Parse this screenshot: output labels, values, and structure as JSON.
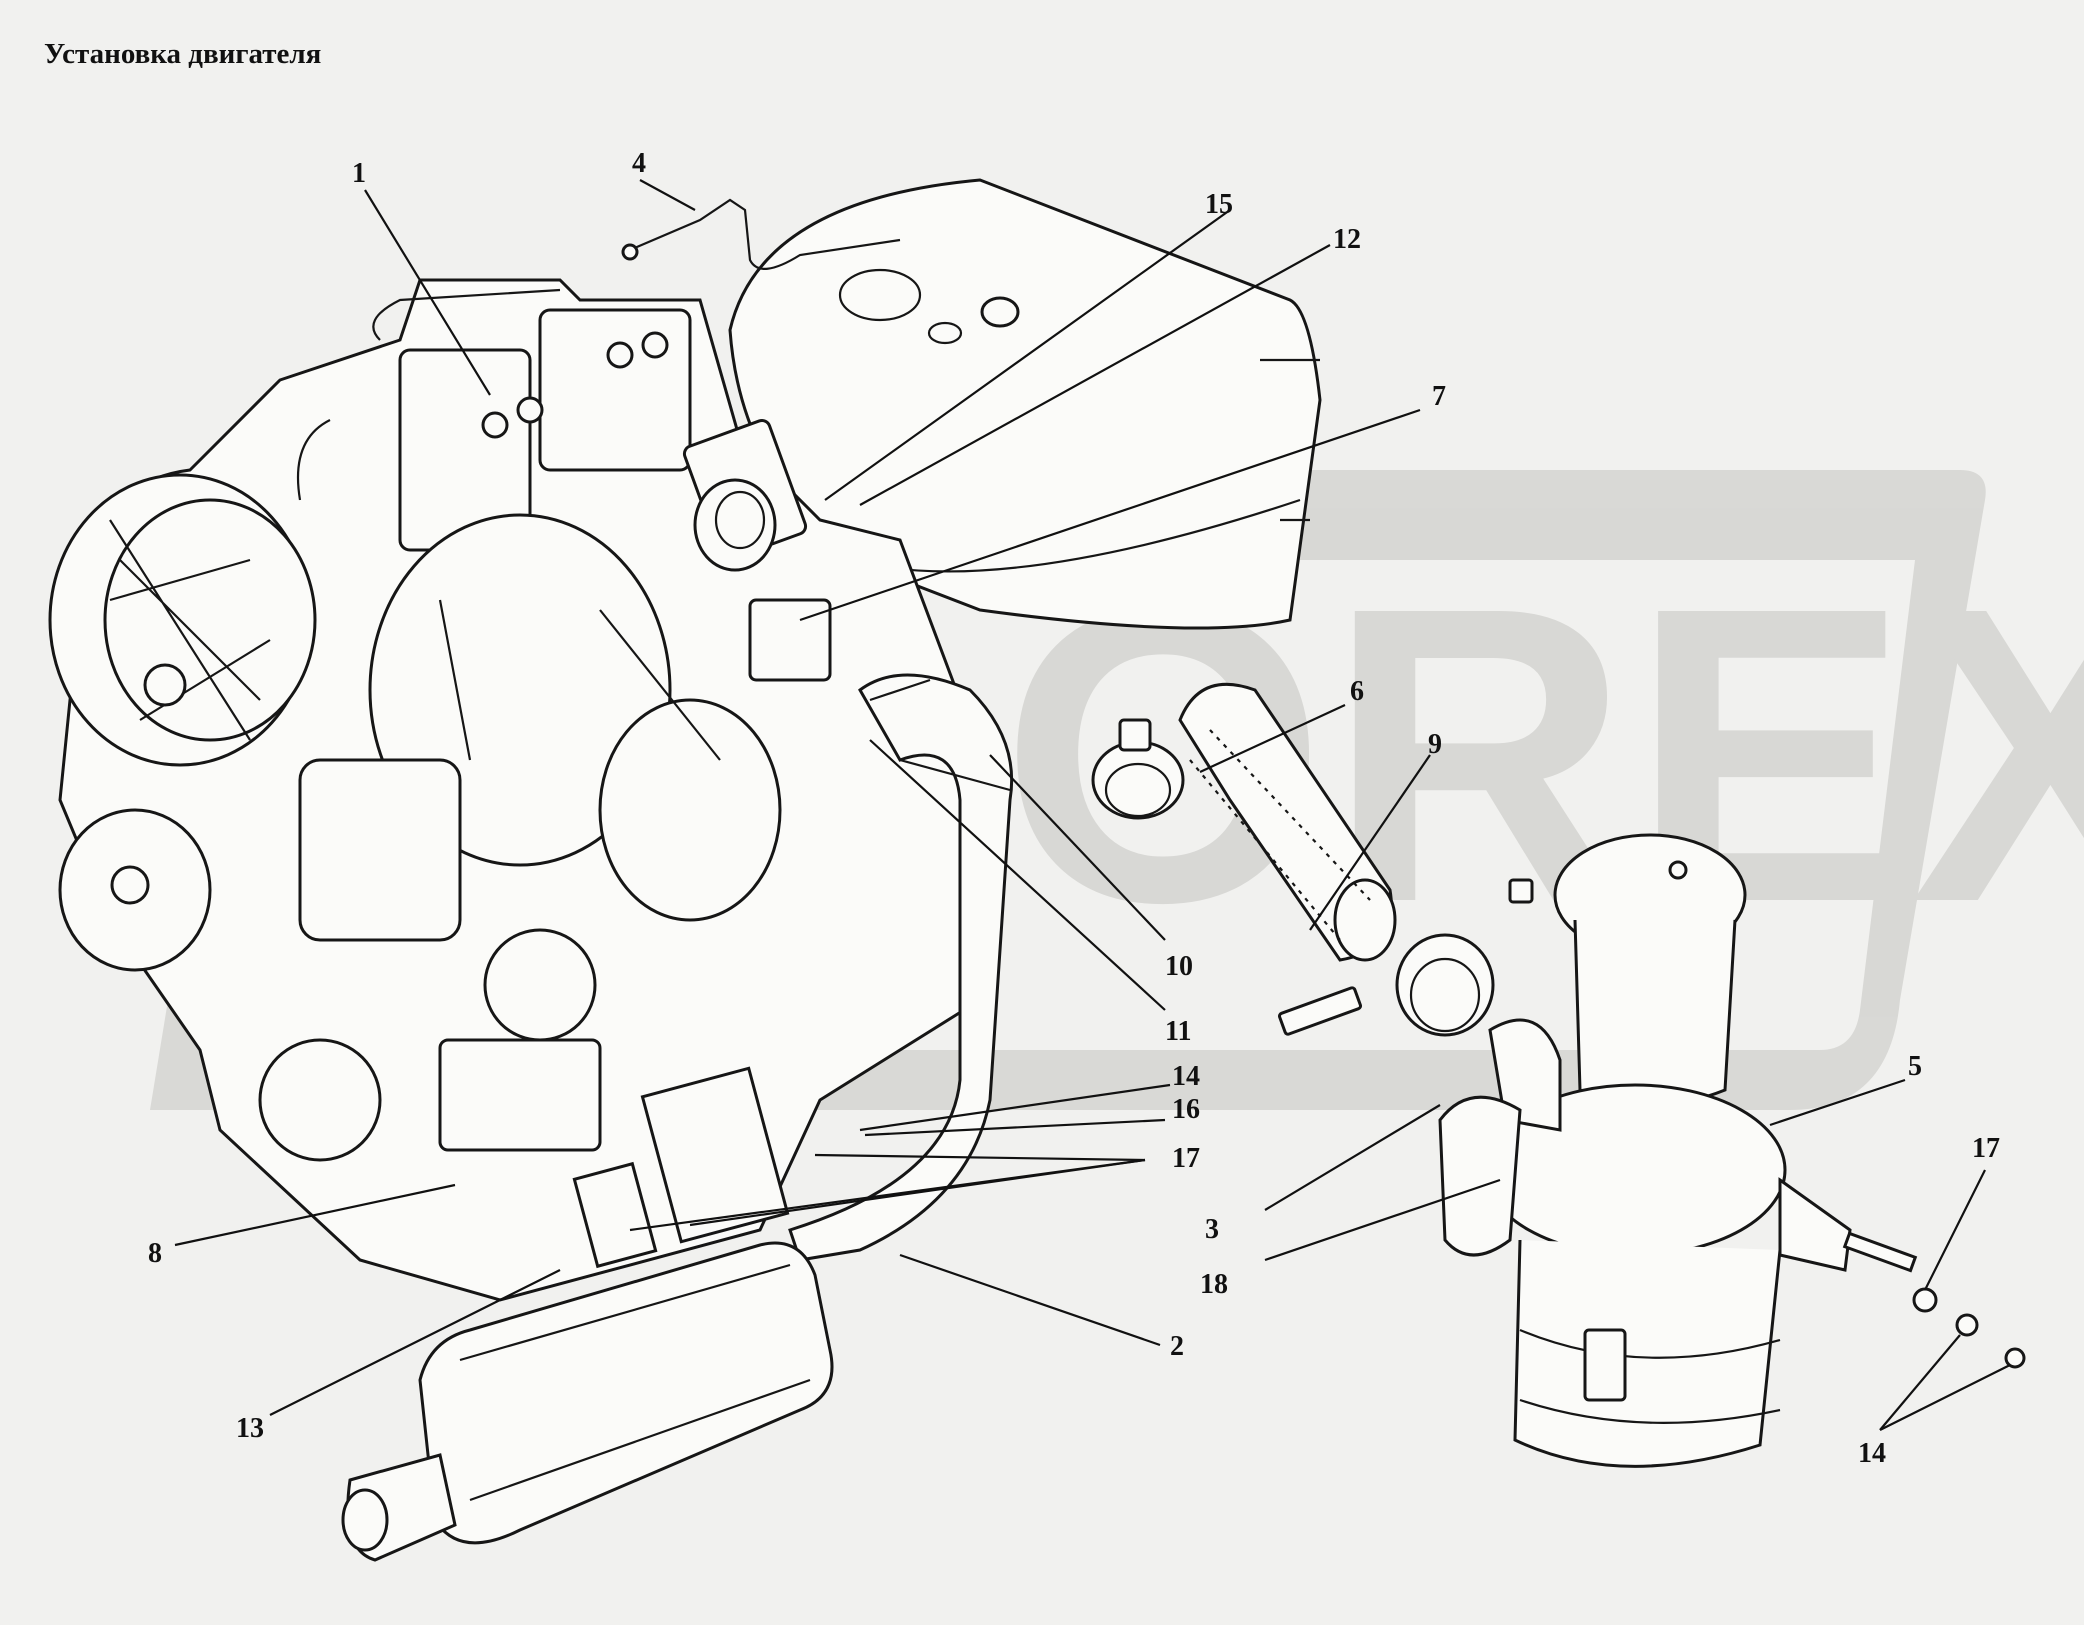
{
  "title": "Установка двигателя",
  "watermark": "OREX",
  "colors": {
    "background": "#f1f1ef",
    "ink": "#161616",
    "watermark": "#d6d6d3"
  },
  "callouts": [
    {
      "id": "c1",
      "label": "1"
    },
    {
      "id": "c2",
      "label": "2"
    },
    {
      "id": "c3",
      "label": "3"
    },
    {
      "id": "c4",
      "label": "4"
    },
    {
      "id": "c5",
      "label": "5"
    },
    {
      "id": "c6",
      "label": "6"
    },
    {
      "id": "c7",
      "label": "7"
    },
    {
      "id": "c8",
      "label": "8"
    },
    {
      "id": "c9",
      "label": "9"
    },
    {
      "id": "c10",
      "label": "10"
    },
    {
      "id": "c11",
      "label": "11"
    },
    {
      "id": "c12",
      "label": "12"
    },
    {
      "id": "c13",
      "label": "13"
    },
    {
      "id": "c14a",
      "label": "14"
    },
    {
      "id": "c14b",
      "label": "14"
    },
    {
      "id": "c15",
      "label": "15"
    },
    {
      "id": "c16",
      "label": "16"
    },
    {
      "id": "c17a",
      "label": "17"
    },
    {
      "id": "c17b",
      "label": "17"
    },
    {
      "id": "c18",
      "label": "18"
    }
  ]
}
